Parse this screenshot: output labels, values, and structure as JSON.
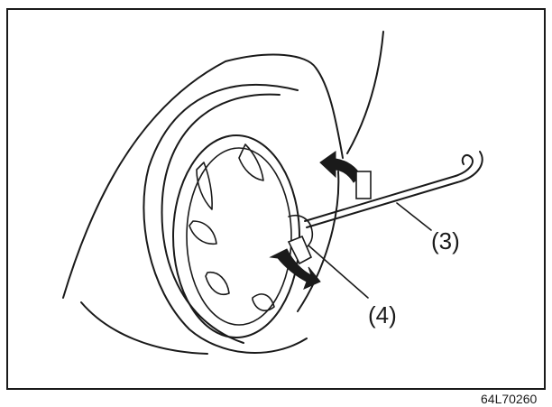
{
  "diagram": {
    "callouts": {
      "tool": "(3)",
      "cap": "(4)"
    },
    "figure_code": "64L70260"
  }
}
